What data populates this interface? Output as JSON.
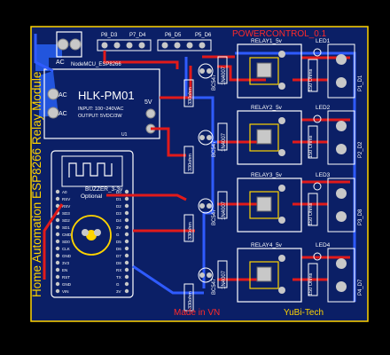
{
  "board": {
    "vertical_title": "Home Automation ESP8266 Relay Module",
    "powercontrol": "POWERCONTROL_0.1",
    "made_in": "Made in VN",
    "brand": "YuBi-Tech"
  },
  "labels": {
    "ac_top": "AC",
    "nodemcu": "NodeMCU_ESP8266",
    "ac_1": "AC",
    "ac_2": "AC",
    "hlk_title": "HLK-PM01",
    "hlk_input": "INPUT: 100~240VAC",
    "hlk_output": "OUTPUT: 5VDC/3W",
    "five_v": "5V",
    "u1": "U1",
    "buzzer": "BUZZER_3-3v",
    "optional": "Optional"
  },
  "headers": [
    "P8_D3",
    "P7_D4",
    "P6_D5",
    "P5_D6"
  ],
  "esp_pins_left": [
    "A0",
    "RSV",
    "RSV",
    "SD3",
    "SD2",
    "SD1",
    "CMD",
    "SD0",
    "CLK",
    "GND",
    "3V3",
    "EN",
    "RST",
    "GND",
    "VIN"
  ],
  "esp_pins_right": [
    "D0",
    "D1",
    "D2",
    "D3",
    "D4",
    "3V",
    "G",
    "D5",
    "D6",
    "D7",
    "D8",
    "RX",
    "TX",
    "G",
    "3V"
  ],
  "relays": [
    {
      "name": "RELAY1_5v",
      "led": "LED1",
      "resistor": "150 Ohms",
      "pin": "P1_D1"
    },
    {
      "name": "RELAY2_5v",
      "led": "LED2",
      "resistor": "150 Ohms",
      "pin": "P2_D2"
    },
    {
      "name": "RELAY3_5v",
      "led": "LED3",
      "resistor": "150 Ohms",
      "pin": "P3_D8"
    },
    {
      "name": "RELAY4_5v",
      "led": "LED4",
      "resistor": "150 Ohms",
      "pin": "P4_D7"
    }
  ],
  "drivers": [
    {
      "diode": "1N4007",
      "transistor": "BC547",
      "resistor": "330ohm"
    },
    {
      "diode": "1N4007",
      "transistor": "BC547",
      "resistor": "330ohm"
    },
    {
      "diode": "1N4007",
      "transistor": "BC547",
      "resistor": "330ohm"
    },
    {
      "diode": "1N4007",
      "transistor": "BC547",
      "resistor": "330ohm"
    }
  ]
}
